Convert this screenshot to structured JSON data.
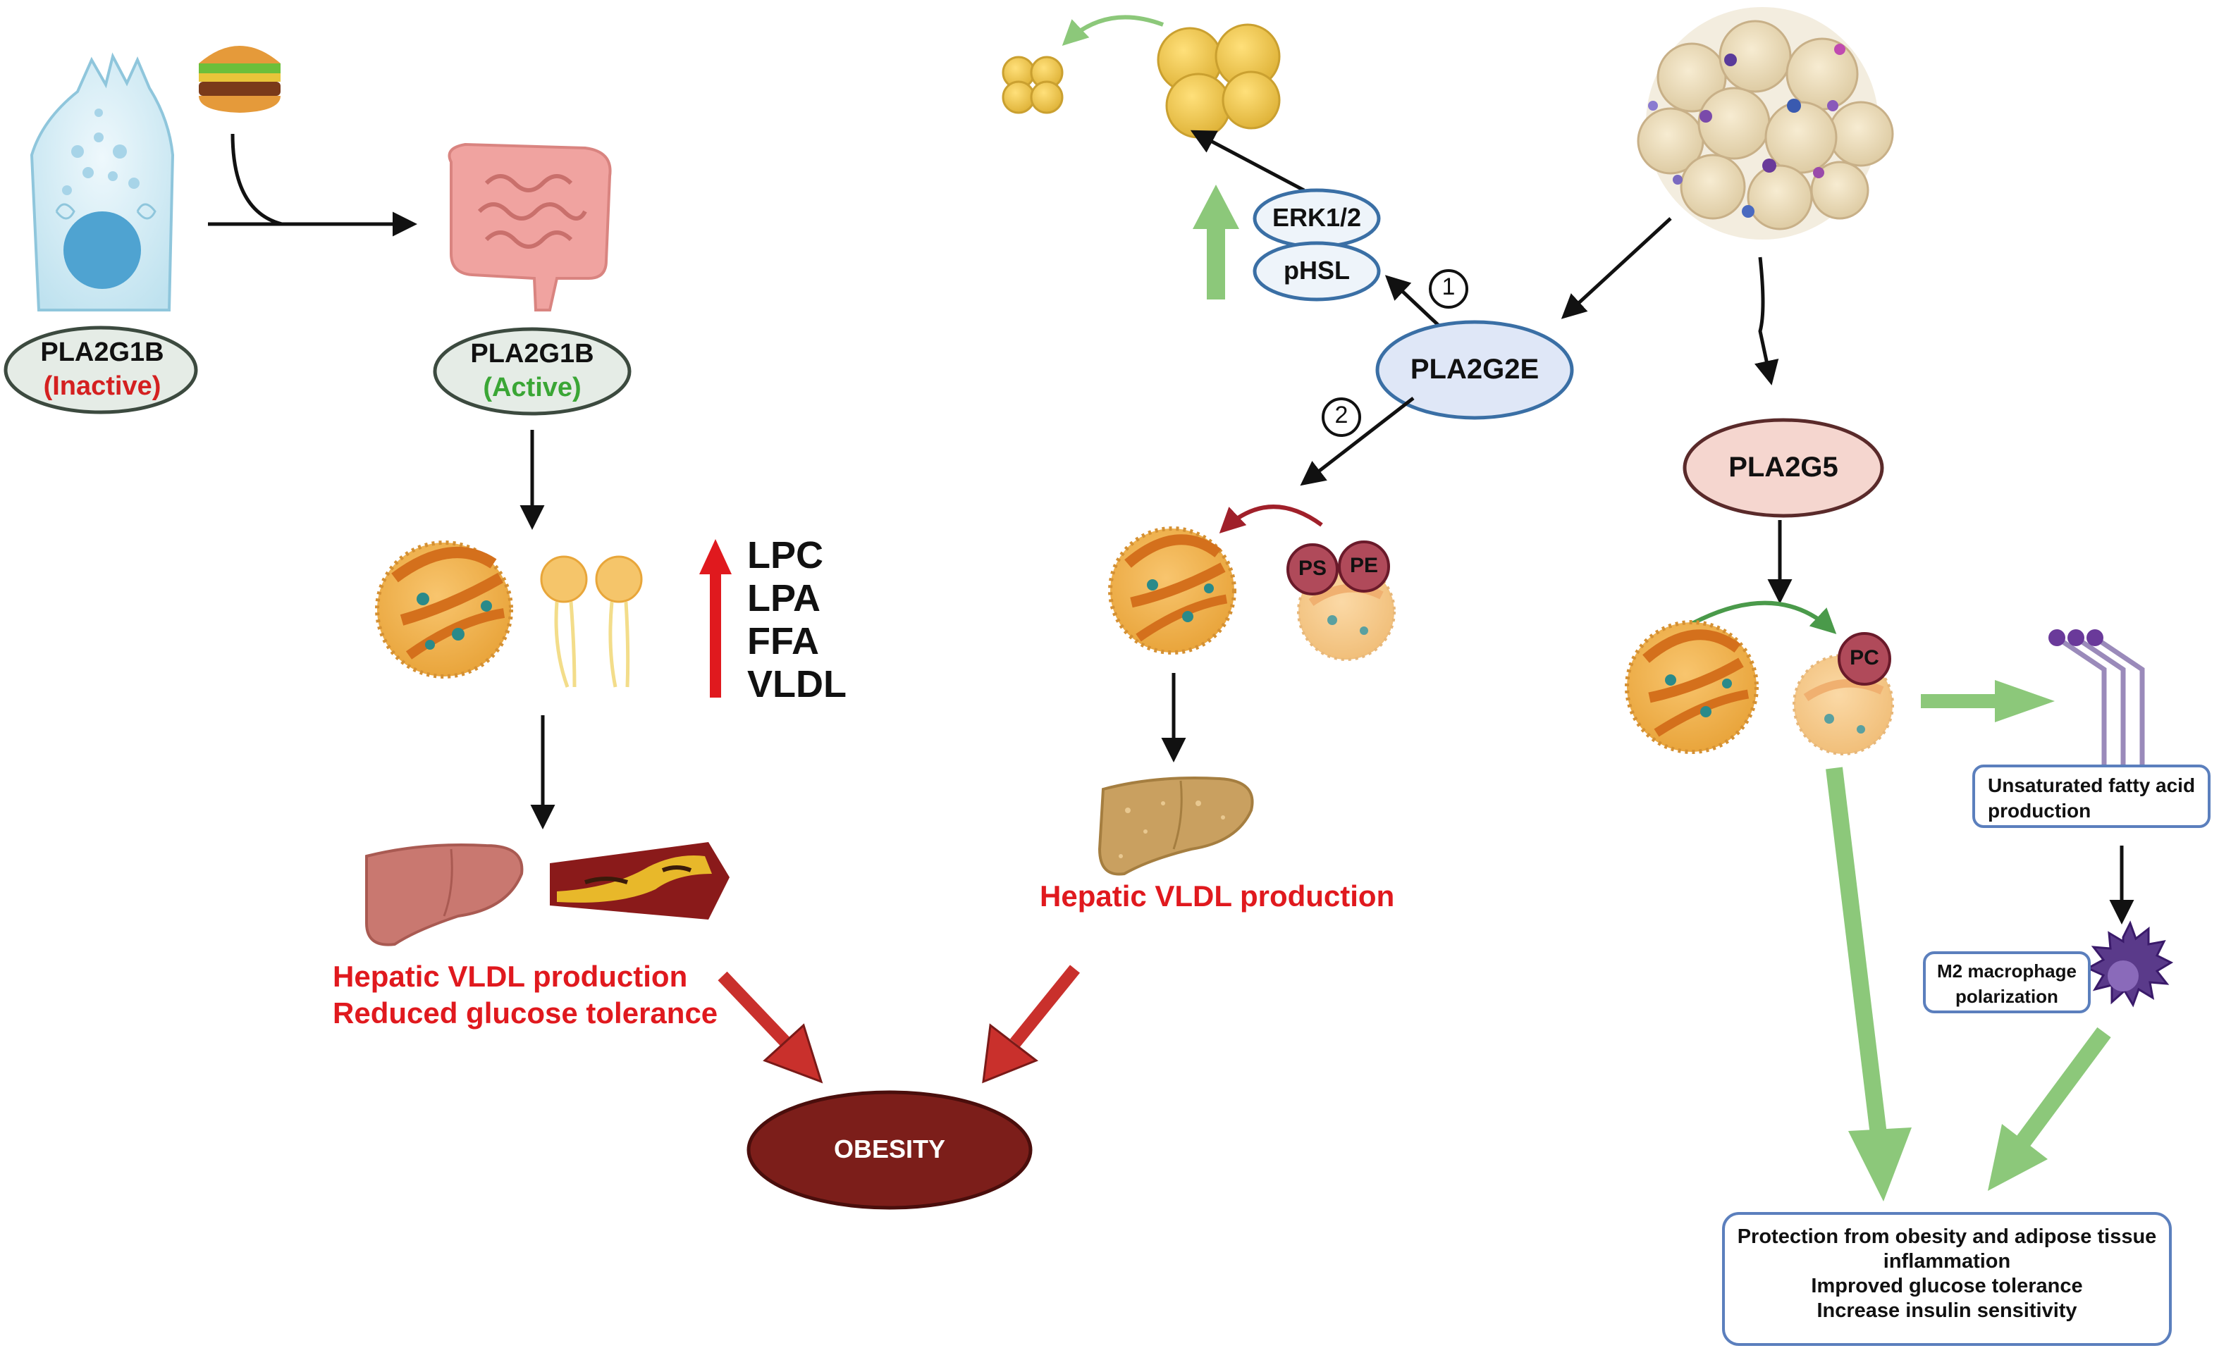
{
  "nodes": {
    "pla2g1b_inactive": {
      "name": "PLA2G1B",
      "state": "(Inactive)"
    },
    "pla2g1b_active": {
      "name": "PLA2G1B",
      "state": "(Active)"
    },
    "pla2g2e": "PLA2G2E",
    "pla2g5": "PLA2G5",
    "erk": "ERK1/2",
    "phsl": "pHSL",
    "obesity": "OBESITY"
  },
  "steps": {
    "one": "1",
    "two": "2"
  },
  "lipids_increased": [
    "LPC",
    "LPA",
    "FFA",
    "VLDL"
  ],
  "phospholipid_labels": {
    "ps": "PS",
    "pe": "PE",
    "pc": "PC"
  },
  "effects": {
    "pla2g1b": [
      "Hepatic VLDL production",
      "Reduced glucose tolerance"
    ],
    "pla2g2e": "Hepatic VLDL production"
  },
  "boxes": {
    "unsaturated": "Unsaturated fatty acid production",
    "m2": "M2 macrophage polarization",
    "protection": [
      "Protection from obesity and adipose tissue inflammation",
      "Improved glucose tolerance",
      "Increase insulin sensitivity"
    ]
  },
  "colors": {
    "accent_red": "#e0191e",
    "arrow_green": "#8cc87a",
    "obesity_fill": "#7c1e1a",
    "box_border": "#5b7fbd",
    "inactive_label": "#d42020",
    "active_label": "#3aa635"
  }
}
